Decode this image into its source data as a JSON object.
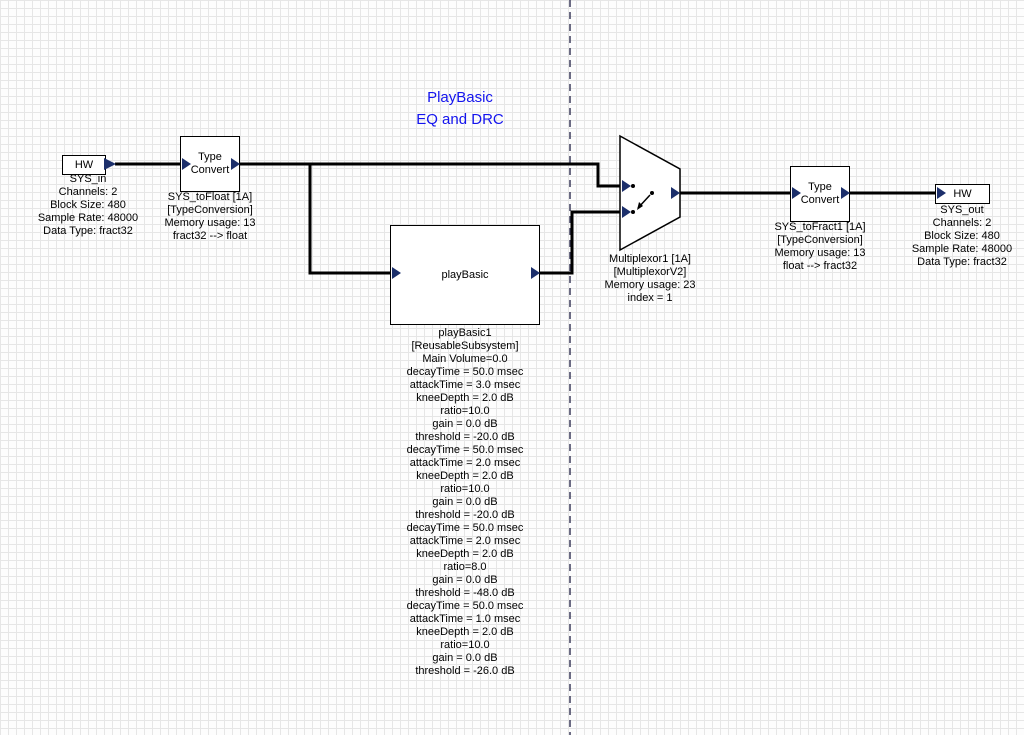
{
  "colors": {
    "title_text": "#1414ee",
    "wire": "#000000",
    "pin_fill": "#1c2f6b",
    "block_border": "#000000",
    "block_fill": "#ffffff",
    "grid_line": "#e6e6e6",
    "dashed_divider": "#3d3d5c"
  },
  "title": {
    "lines": [
      "PlayBasic",
      "EQ and DRC"
    ]
  },
  "blocks": {
    "sys_in": {
      "label": "HW",
      "caption": [
        "SYS_in",
        "Channels: 2",
        "Block Size: 480",
        "Sample Rate: 48000",
        "Data Type: fract32"
      ]
    },
    "sys_to_float": {
      "label_lines": [
        "Type",
        "Convert"
      ],
      "caption": [
        "SYS_toFloat [1A]",
        "[TypeConversion]",
        "Memory usage: 13",
        "fract32 --> float"
      ]
    },
    "play_basic": {
      "label": "playBasic",
      "caption": [
        "playBasic1",
        "[ReusableSubsystem]",
        "Main Volume=0.0",
        "decayTime = 50.0 msec",
        "attackTime = 3.0 msec",
        "kneeDepth = 2.0 dB",
        "ratio=10.0",
        "gain = 0.0 dB",
        "threshold = -20.0 dB",
        "decayTime = 50.0 msec",
        "attackTime = 2.0 msec",
        "kneeDepth = 2.0 dB",
        "ratio=10.0",
        "gain = 0.0 dB",
        "threshold = -20.0 dB",
        "decayTime = 50.0 msec",
        "attackTime = 2.0 msec",
        "kneeDepth = 2.0 dB",
        "ratio=8.0",
        "gain = 0.0 dB",
        "threshold = -48.0 dB",
        "decayTime = 50.0 msec",
        "attackTime = 1.0 msec",
        "kneeDepth = 2.0 dB",
        "ratio=10.0",
        "gain = 0.0 dB",
        "threshold = -26.0 dB"
      ]
    },
    "multiplexor": {
      "caption": [
        "Multiplexor1 [1A]",
        "[MultiplexorV2]",
        "Memory usage: 23",
        "index = 1"
      ]
    },
    "sys_to_fract": {
      "label_lines": [
        "Type",
        "Convert"
      ],
      "caption": [
        "SYS_toFract1 [1A]",
        "[TypeConversion]",
        "Memory usage: 13",
        "float --> fract32"
      ]
    },
    "sys_out": {
      "label": "HW",
      "caption": [
        "SYS_out",
        "Channels: 2",
        "Block Size: 480",
        "Sample Rate: 48000",
        "Data Type: fract32"
      ]
    }
  }
}
